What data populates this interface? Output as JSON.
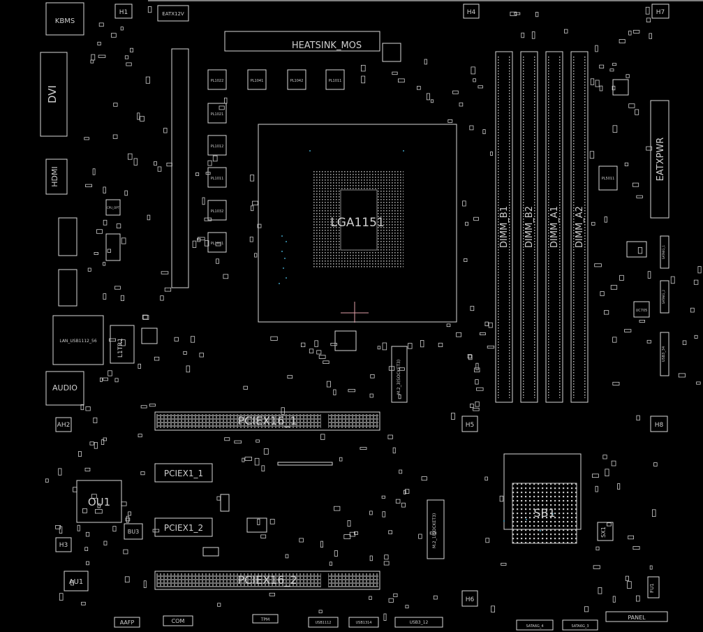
{
  "colors": {
    "background": "#000000",
    "outline": "#d8d8d8",
    "text": "#c8c8c8",
    "marker": "#e0a0a8",
    "via": "#40a0c0"
  },
  "labels": {
    "kbms": "KBMS",
    "h1": "H1",
    "eatx12v": "EATX12V",
    "heatsink": "HEATSINK_MOS",
    "h4": "H4",
    "h7": "H7",
    "dvi": "DVI",
    "hdmi": "HDMI",
    "cpu_socket": "LGA1151",
    "dimm_b1": "DIMM_B1",
    "dimm_b2": "DIMM_B2",
    "dimm_a1": "DIMM_A1",
    "dimm_a2": "DIMM_A2",
    "eatxpwr": "EATXPWR",
    "pl1022": "PL1022",
    "pl1041": "PL1041",
    "pl1042": "PL1042",
    "pl1011": "PL1011",
    "pl1021": "PL1021",
    "pl1012": "PL1012",
    "pl1011b": "PL1011",
    "pl1032": "PL1032",
    "pl1031": "PL1031",
    "pl5011": "PL5011",
    "lan": "LAN_USB1112_56",
    "l1tr1": "L1TR1",
    "audio": "AUDIO",
    "m2_3": "M.2_3(SOCKET3)",
    "ah2": "AH2",
    "pciex16_1": "PCIEX16_1",
    "h5": "H5",
    "h8": "H8",
    "pciex1_1": "PCIEX1_1",
    "ou1": "OU1",
    "pciex1_2": "PCIEX1_2",
    "bu3": "BU3",
    "h3": "H3",
    "m2_1": "M.2_1(SOCKET3)",
    "sb1": "SB1",
    "sx1": "SX1",
    "au1": "AU1",
    "pciex16_2": "PCIEX16_2",
    "h6": "H6",
    "fu1": "FU1",
    "aafp": "AAFP",
    "com": "COM",
    "tpm": "TPM",
    "usb1112": "USB1112",
    "usb1314": "USB1314",
    "usb3_12": "USB3_12",
    "sata6g_4": "SATA6G_4",
    "sata6g_3": "SATA6G_3",
    "panel": "PANEL",
    "sata6g_1": "SATA6G_1",
    "sata6g_2": "SATA6G_2",
    "usb3_34": "USB3_34",
    "uc705": "UC705",
    "cpu_opt": "CPU_OPT"
  }
}
